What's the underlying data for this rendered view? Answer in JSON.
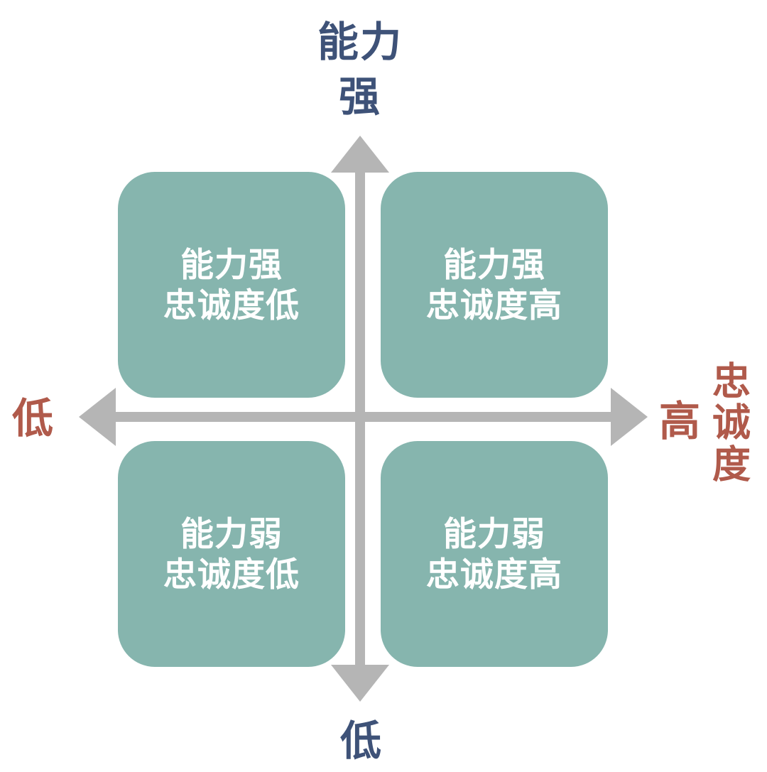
{
  "diagram": {
    "type": "quadrant-matrix",
    "colors": {
      "quadrant_fill": "#86b5ae",
      "quadrant_text": "#ffffff",
      "arrow": "#b5b5b5",
      "vertical_axis_label": "#3e5278",
      "horizontal_axis_label": "#b05a4b",
      "background": "#ffffff"
    },
    "axes": {
      "vertical": {
        "top_label_line1": "能力",
        "top_label_line2": "强",
        "bottom_label": "低"
      },
      "horizontal": {
        "left_label": "低",
        "right_label": "高",
        "axis_title": "忠诚度"
      }
    },
    "quadrants": {
      "top_left": {
        "line1": "能力强",
        "line2": "忠诚度低"
      },
      "top_right": {
        "line1": "能力强",
        "line2": "忠诚度高"
      },
      "bottom_left": {
        "line1": "能力弱",
        "line2": "忠诚度低"
      },
      "bottom_right": {
        "line1": "能力弱",
        "line2": "忠诚度高"
      }
    }
  }
}
